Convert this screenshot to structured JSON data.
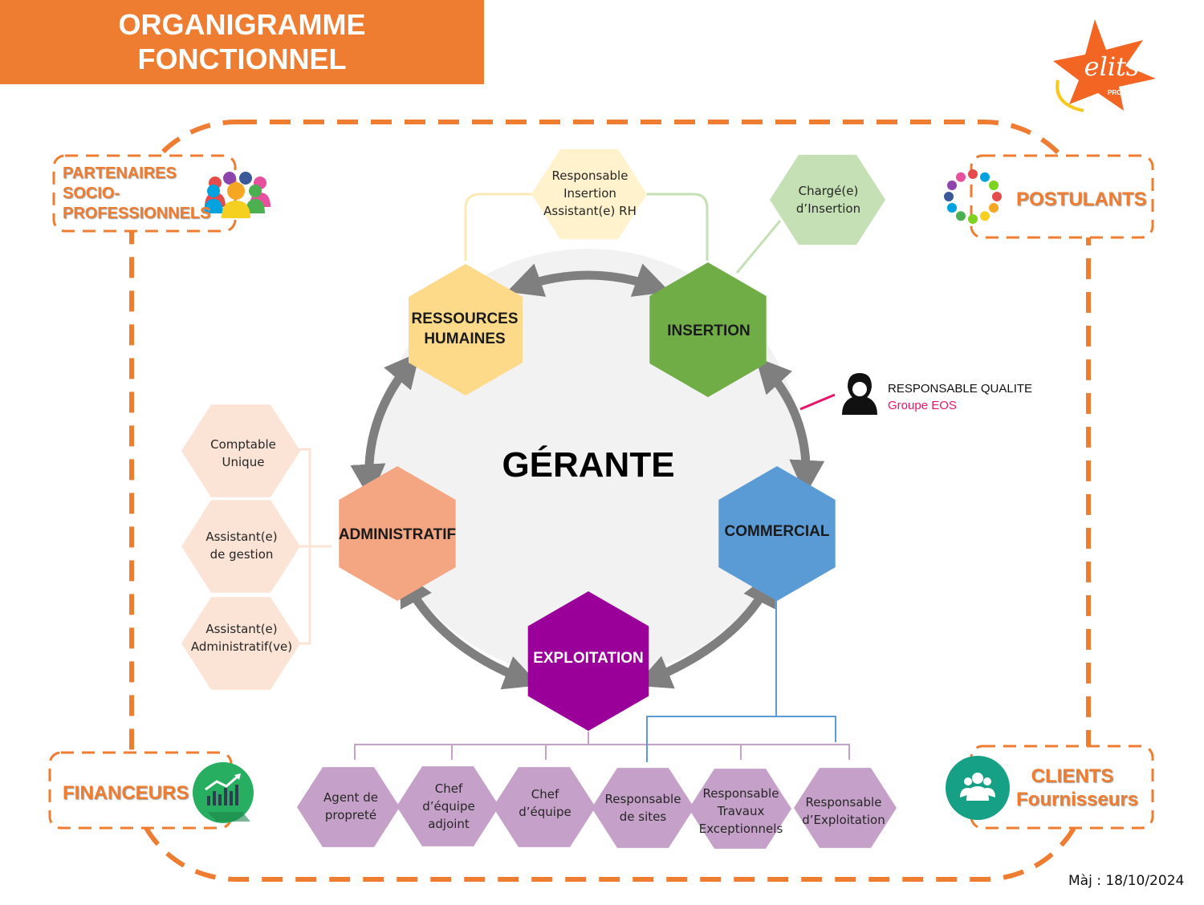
{
  "header": {
    "title_line1": "ORGANIGRAMME",
    "title_line2": "FONCTIONNEL"
  },
  "logo": {
    "text": "elits",
    "subtext": "PROPRETÉ"
  },
  "center": {
    "label": "GÉRANTE"
  },
  "departments": {
    "rh": {
      "line1": "RESSOURCES",
      "line2": "HUMAINES"
    },
    "insertion": "INSERTION",
    "commercial": "COMMERCIAL",
    "exploitation": "EXPLOITATION",
    "administratif": "ADMINISTRATIF"
  },
  "roles": {
    "resp_insertion": [
      "Responsable",
      "Insertion",
      "Assistant(e) RH"
    ],
    "charge_insertion": [
      "Chargé(e)",
      "d’Insertion"
    ],
    "comptable": [
      "Comptable",
      "Unique"
    ],
    "assistant_gestion": [
      "Assistant(e)",
      "de gestion"
    ],
    "assistant_admin": [
      "Assistant(e)",
      "Administratif(ve)"
    ],
    "agent_proprete": [
      "Agent de",
      "propreté"
    ],
    "chef_equipe_adjoint": [
      "Chef",
      "d’équipe",
      "adjoint"
    ],
    "chef_equipe": [
      "Chef",
      "d’équipe"
    ],
    "resp_sites": [
      "Responsable",
      "de sites"
    ],
    "resp_travaux": [
      "Responsable",
      "Travaux",
      "Exceptionnels"
    ],
    "resp_exploitation": [
      "Responsable",
      "d’Exploitation"
    ]
  },
  "quality": {
    "title": "RESPONSABLE QUALITE",
    "subtitle": "Groupe EOS"
  },
  "stakeholders": {
    "partenaires": [
      "PARTENAIRES",
      "SOCIO-",
      "PROFESSIONNELS"
    ],
    "postulants": "POSTULANTS",
    "financeurs": "FINANCEURS",
    "clients": [
      "CLIENTS",
      "Fournisseurs"
    ]
  },
  "update": "Màj : 18/10/2024",
  "colors": {
    "orange": "#ef7d31",
    "rh": "#fdd98a",
    "insertion": "#70ad47",
    "commercial": "#5b9bd5",
    "exploitation": "#9a0099",
    "administratif": "#f4a582",
    "exploit_roles": "#c5a0c8",
    "admin_roles": "#fbe3d6",
    "charge": "#c5e0b4",
    "resp_insertion": "#fff2cc",
    "quality_pink": "#e8156a"
  }
}
